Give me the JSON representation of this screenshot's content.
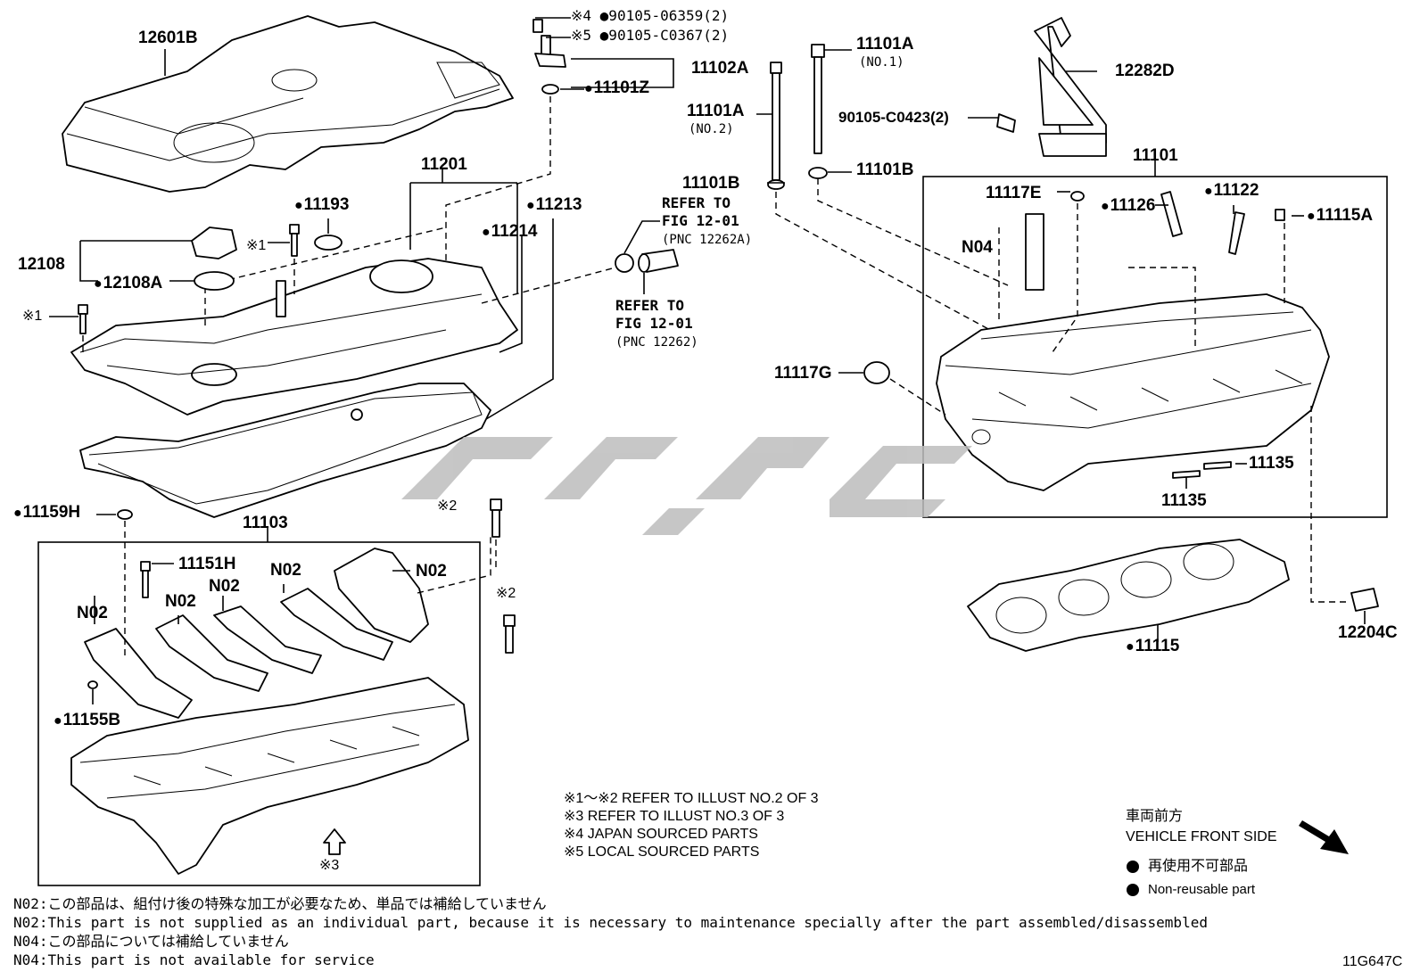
{
  "labels": {
    "p12601B": "12601B",
    "p90105a": "※4 ●90105-06359(2)",
    "p90105b": "※5 ●90105-C0367(2)",
    "p11102A": "11102A",
    "p11101Z": "11101Z",
    "p11101A_1": "11101A",
    "no1": "(NO.1)",
    "p11101A_2": "11101A",
    "no2": "(NO.2)",
    "p12282D": "12282D",
    "p90105c": "90105-C0423(2)",
    "p11101B_a": "11101B",
    "p11101B_b": "11101B",
    "p11201": "11201",
    "p11193": "11193",
    "p11213": "11213",
    "p11214": "11214",
    "p12108": "12108",
    "p12108A": "12108A",
    "star1a": "※1",
    "star1b": "※1",
    "refer1": "REFER TO",
    "fig1": "FIG 12-01",
    "pnc1": "(PNC 12262A)",
    "refer2": "REFER TO",
    "fig2": "FIG 12-01",
    "pnc2": "(PNC 12262)",
    "p11101": "11101",
    "p11117E": "11117E",
    "p11126": "11126",
    "p11122": "11122",
    "p11115A": "11115A",
    "pN04": "N04",
    "p11117G": "11117G",
    "p11135a": "11135",
    "p11135b": "11135",
    "p11159H": "11159H",
    "p11103": "11103",
    "star2a": "※2",
    "star2b": "※2",
    "p11151H": "11151H",
    "n02a": "N02",
    "n02b": "N02",
    "n02c": "N02",
    "n02d": "N02",
    "n02e": "N02",
    "p11155B": "11155B",
    "star3": "※3",
    "p11115": "11115",
    "p12204C": "12204C",
    "code": "11G647C"
  },
  "notes": [
    "※1～※2 REFER TO ILLUST NO.2 OF 3",
    "※3 REFER TO ILLUST NO.3 OF 3",
    "※4 JAPAN SOURCED PARTS",
    "※5 LOCAL SOURCED PARTS"
  ],
  "legend": {
    "front_jp": "車両前方",
    "front_en": "VEHICLE FRONT SIDE",
    "nonreuse_jp": "再使用不可部品",
    "nonreuse_en": "Non-reusable part"
  },
  "footnotes": [
    "N02:この部品は、組付け後の特殊な加工が必要なため、単品では補給していません",
    "N02:This part is not supplied as an individual part, because it is necessary to maintenance specially after the part assembled/disassembled",
    "N04:この部品については補給していません",
    "N04:This part is not available for service"
  ]
}
